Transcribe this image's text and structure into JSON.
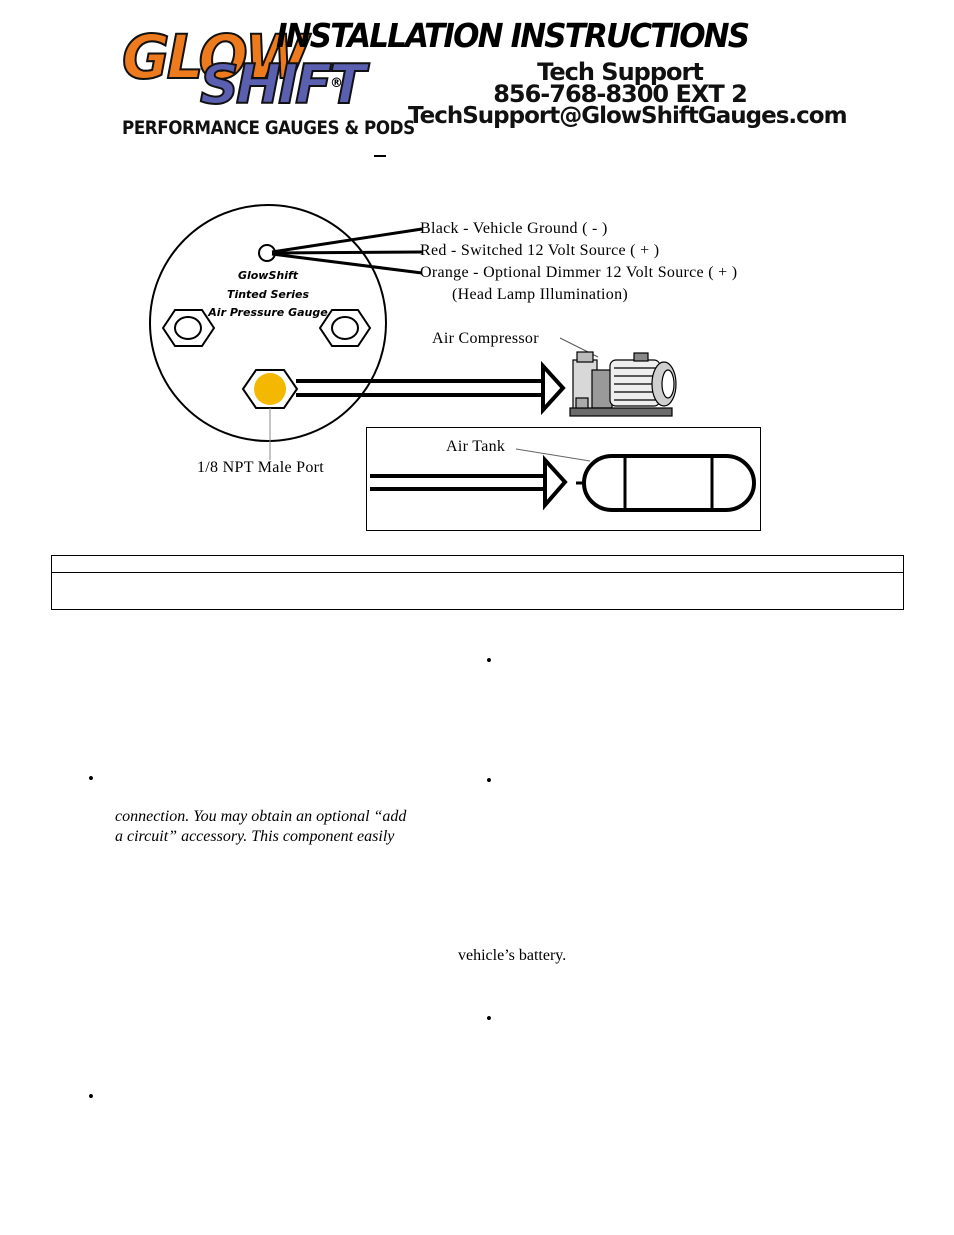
{
  "header": {
    "logo_glow": "GLOW",
    "logo_shift": "SHIFT",
    "logo_reg": "®",
    "logo_tagline": "PERFORMANCE GAUGES & PODS",
    "title": "INSTALLATION INSTRUCTIONS",
    "support_label": "Tech Support",
    "support_phone": "856-768-8300 EXT 2",
    "support_email": "TechSupport@GlowShiftGauges.com"
  },
  "diagram": {
    "gauge_brand": "GlowShift",
    "gauge_series": "Tinted Series",
    "gauge_type": "Air Pressure Gauge",
    "wires": [
      {
        "label": "Black - Vehicle Ground ( - )",
        "color": "#000000"
      },
      {
        "label": "Red - Switched 12 Volt Source ( + )",
        "color": "#000000"
      },
      {
        "label": "Orange - Optional Dimmer 12 Volt Source ( + )",
        "color": "#000000"
      }
    ],
    "wire_note": "(Head Lamp Illumination)",
    "compressor_label": "Air Compressor",
    "tank_label": "Air Tank",
    "port_label": "1/8 NPT Male Port",
    "port_color": "#f5b800"
  },
  "body": {
    "left_col_text_line1": "connection. You may obtain an optional “add",
    "left_col_text_line2": "a circuit” accessory. This component easily",
    "right_col_text": "vehicle’s battery.",
    "bullet_char": "•"
  }
}
